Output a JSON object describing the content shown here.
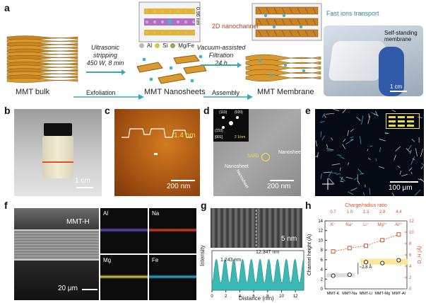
{
  "panels": {
    "a": "a",
    "b": "b",
    "c": "c",
    "d": "d",
    "e": "e",
    "f": "f",
    "g": "g",
    "h": "h"
  },
  "a": {
    "mmt_bulk": "MMT bulk",
    "mmt_nanosheets": "MMT Nanosheets",
    "mmt_membrane": "MMT Membrane",
    "exfoliation": "Exfoliation",
    "assembly": "Assembly",
    "ultrasonic": [
      "Ultrasonic",
      "stripping",
      "450 W, 8 min"
    ],
    "vacuum": [
      "Vacuum-assisted",
      "Filtration",
      "24 h"
    ],
    "thickness": "0.96 nm",
    "legend": [
      "Al",
      "Si",
      "Mg/Fe"
    ],
    "nanochannel": "2D nanochannel",
    "fast_ions": "Fast ions transport",
    "self_standing": [
      "Self-standing",
      "membrane"
    ],
    "scale": "1 cm",
    "colors": {
      "al": "#b9b9b9",
      "si": "#d7c44f",
      "mgfe": "#9aa55a",
      "arrow": "#3aa9b5",
      "accent": "#c23b1f"
    }
  },
  "b": {
    "scale": "1 cm"
  },
  "c": {
    "height": "1.4 nm",
    "scale": "200 nm"
  },
  "d": {
    "spots": [
      "(110)",
      "(020)",
      "(1̄10)"
    ],
    "zone": "[001]",
    "inset_scale": "2 1/nm",
    "saed": "SAED",
    "ns1": "Nanosheet",
    "ns2": "Nanosheet",
    "ns3": "Nanosheet",
    "scale": "200 nm"
  },
  "e": {
    "scale": "100 μm"
  },
  "f": {
    "label": "MMT-H",
    "elements": [
      "Al",
      "Na",
      "Mg",
      "Fe"
    ],
    "scale": "20 μm"
  },
  "g": {
    "scale": "5 nm",
    "ylabel": "Intensity",
    "xlabel": "Distance (nm)",
    "d1": "1.243 nm",
    "d2": "12.347 nm",
    "xticks": [
      "0",
      "2",
      "4",
      "6",
      "8",
      "10",
      "12"
    ]
  },
  "chart_data": {
    "type": "scatter",
    "title": "",
    "xlabel": "",
    "ylabel": "Channel height (Å)",
    "y2label": "D_H (Å)",
    "top_label": "Charge/radius ratio",
    "categories": [
      "MMT-K",
      "MMT-Na",
      "MMT-Li",
      "MMT-Mg",
      "MMT-Al"
    ],
    "top_ticks": [
      "0.7",
      "1.0",
      "1.3",
      "2.8",
      "4.4"
    ],
    "ions": [
      "K⁺",
      "Na⁺",
      "Li⁺",
      "Mg²⁺",
      "Al³⁺"
    ],
    "ylim": [
      0,
      14
    ],
    "y2lim": [
      0,
      12
    ],
    "yticks": [
      "0",
      "2",
      "4",
      "6",
      "8",
      "10",
      "12",
      "14"
    ],
    "y2ticks": [
      "0",
      "2",
      "4",
      "6",
      "8",
      "10",
      "12"
    ],
    "series": [
      {
        "values": [
          2.7,
          2.9,
          5.5,
          5.3,
          5.9
        ],
        "axis": "left",
        "color": "#222222"
      },
      {
        "values": [
          6.6,
          7.2,
          7.6,
          8.6,
          9.6
        ],
        "axis": "right",
        "color": "#d2532d"
      }
    ],
    "annotation": "~2.8 Å"
  }
}
